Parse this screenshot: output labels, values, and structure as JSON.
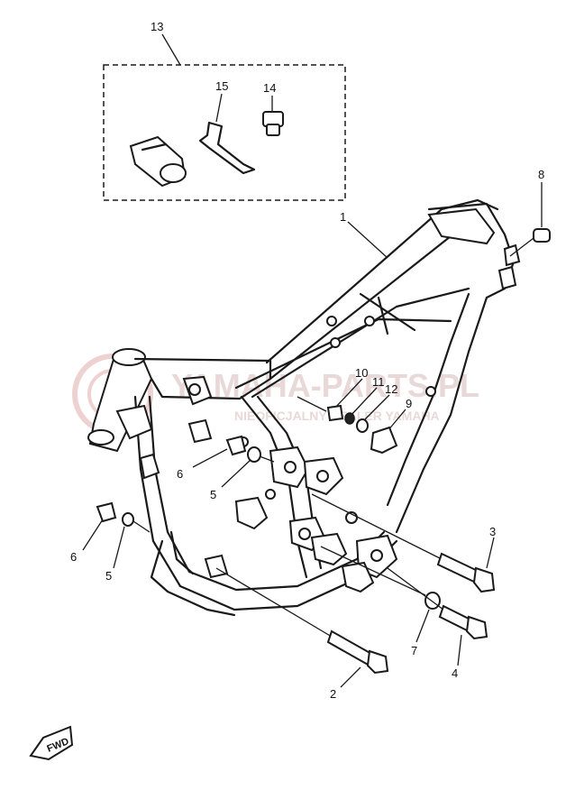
{
  "callouts": {
    "c1": "1",
    "c2": "2",
    "c3": "3",
    "c4": "4",
    "c5a": "5",
    "c5b": "5",
    "c6a": "6",
    "c6b": "6",
    "c7": "7",
    "c8": "8",
    "c9": "9",
    "c10": "10",
    "c11": "11",
    "c12": "12",
    "c13": "13",
    "c14": "14",
    "c15": "15"
  },
  "watermark": {
    "main": "YAMAHA-PARTS.PL",
    "sub": "NIEOFICJALNY DEALER YAMAHA"
  },
  "fwd_label": "FWD",
  "colors": {
    "line": "#1a1a1a",
    "background": "#ffffff",
    "watermark": "#e6d2d2"
  }
}
